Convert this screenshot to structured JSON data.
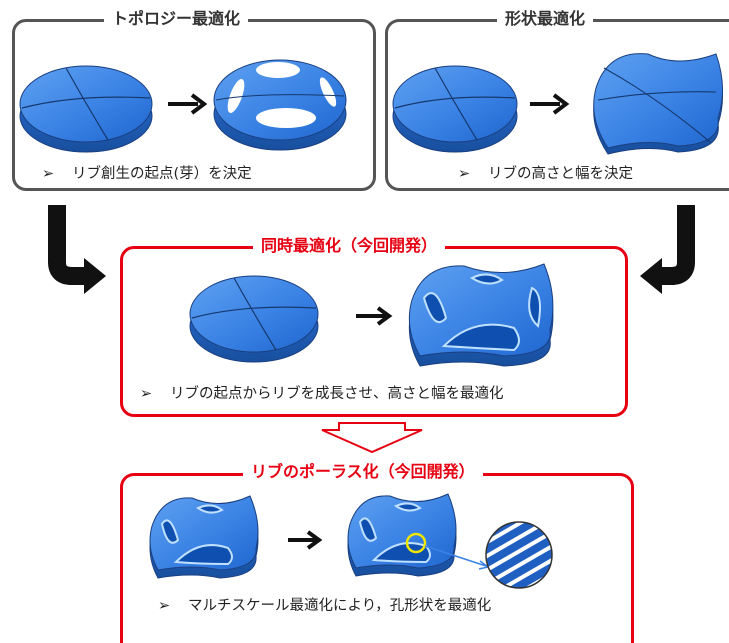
{
  "topology": {
    "title": "トポロジー最適化",
    "desc": "リブ創生の起点(芽）を決定"
  },
  "shape": {
    "title": "形状最適化",
    "desc": "リブの高さと幅を決定"
  },
  "simultaneous": {
    "title": "同時最適化（今回開発）",
    "desc": "リブの起点からリブを成長させ、高さと幅を最適化"
  },
  "porous": {
    "title": "リブのポーラス化（今回開発）",
    "desc": "マルチスケール最適化により，孔形状を最適化"
  },
  "bullet_mark": "➢",
  "colors": {
    "accent_red": "#e60012",
    "frame_gray": "#555555",
    "shape_blue": "#3a82e4",
    "highlight_yellow": "#f2e600"
  }
}
